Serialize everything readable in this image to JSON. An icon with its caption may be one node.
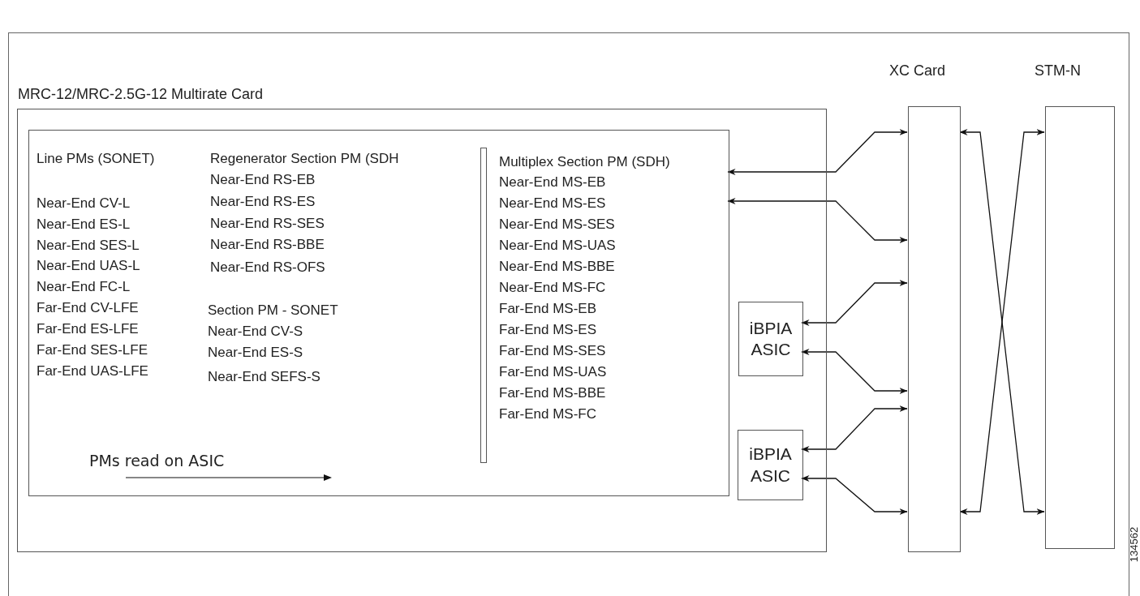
{
  "diagram": {
    "nodes": [
      {
        "text": [],
        "shape": "box"
      },
      {
        "text": [
          "MRC-12/MRC-2.5G-12 Multirate Card"
        ],
        "in": 0
      },
      {
        "text": [
          "Line PMs (SONET)",
          "Near-End CV-L",
          "Near-End ES-L",
          "Near-End SES-L",
          "Near-End UAS-L",
          "Near-End FC-L",
          "Far-End CV-LFE",
          "Far-End ES-LFE",
          "Far-End SES-LFE",
          "Far-End UAS-LFE",
          "Regenerator Section PM (SDH",
          "Near-End RS-EB",
          "Near-End RS-ES",
          "Near-End RS-SES",
          "Near-End RS-BBE",
          "Near-End RS-OFS",
          "Section PM - SONET",
          "Near-End CV-S",
          "Near-End ES-S",
          "Near-End SEFS-S",
          "Multiplex Section PM (SDH)",
          "Near-End MS-EB",
          "Near-End MS-ES",
          "Near-End MS-SES",
          "Near-End MS-UAS",
          "Near-End MS-BBE",
          "Near-End MS-FC",
          "Far-End MS-EB",
          "Far-End MS-ES",
          "Far-End MS-SES",
          "Far-End MS-UAS",
          "Far-End MS-BBE",
          "Far-End MS-FC",
          "PMs read on ASIC"
        ],
        "in": 1
      },
      {
        "text": [
          "iBPIA ASIC"
        ],
        "in": 1
      },
      {
        "text": [
          "iBPIA ASIC"
        ],
        "in": 1
      },
      {
        "text": [
          "XC Card"
        ],
        "in": 0
      },
      {
        "text": [
          "STM-N"
        ],
        "in": 0
      }
    ],
    "edges": [
      {
        "from": 5,
        "to": 2,
        "arrow": "both"
      },
      {
        "from": 2,
        "to": 5,
        "arrow": "both"
      },
      {
        "from": 5,
        "to": 3,
        "arrow": "both"
      },
      {
        "from": 3,
        "to": 5,
        "arrow": "both"
      },
      {
        "from": 5,
        "to": 4,
        "arrow": "both"
      },
      {
        "from": 4,
        "to": 5,
        "arrow": "both"
      },
      {
        "from": 5,
        "to": 6,
        "arrow": "both"
      },
      {
        "from": 5,
        "to": 6,
        "arrow": "both"
      }
    ],
    "labels": [
      "134562"
    ]
  }
}
